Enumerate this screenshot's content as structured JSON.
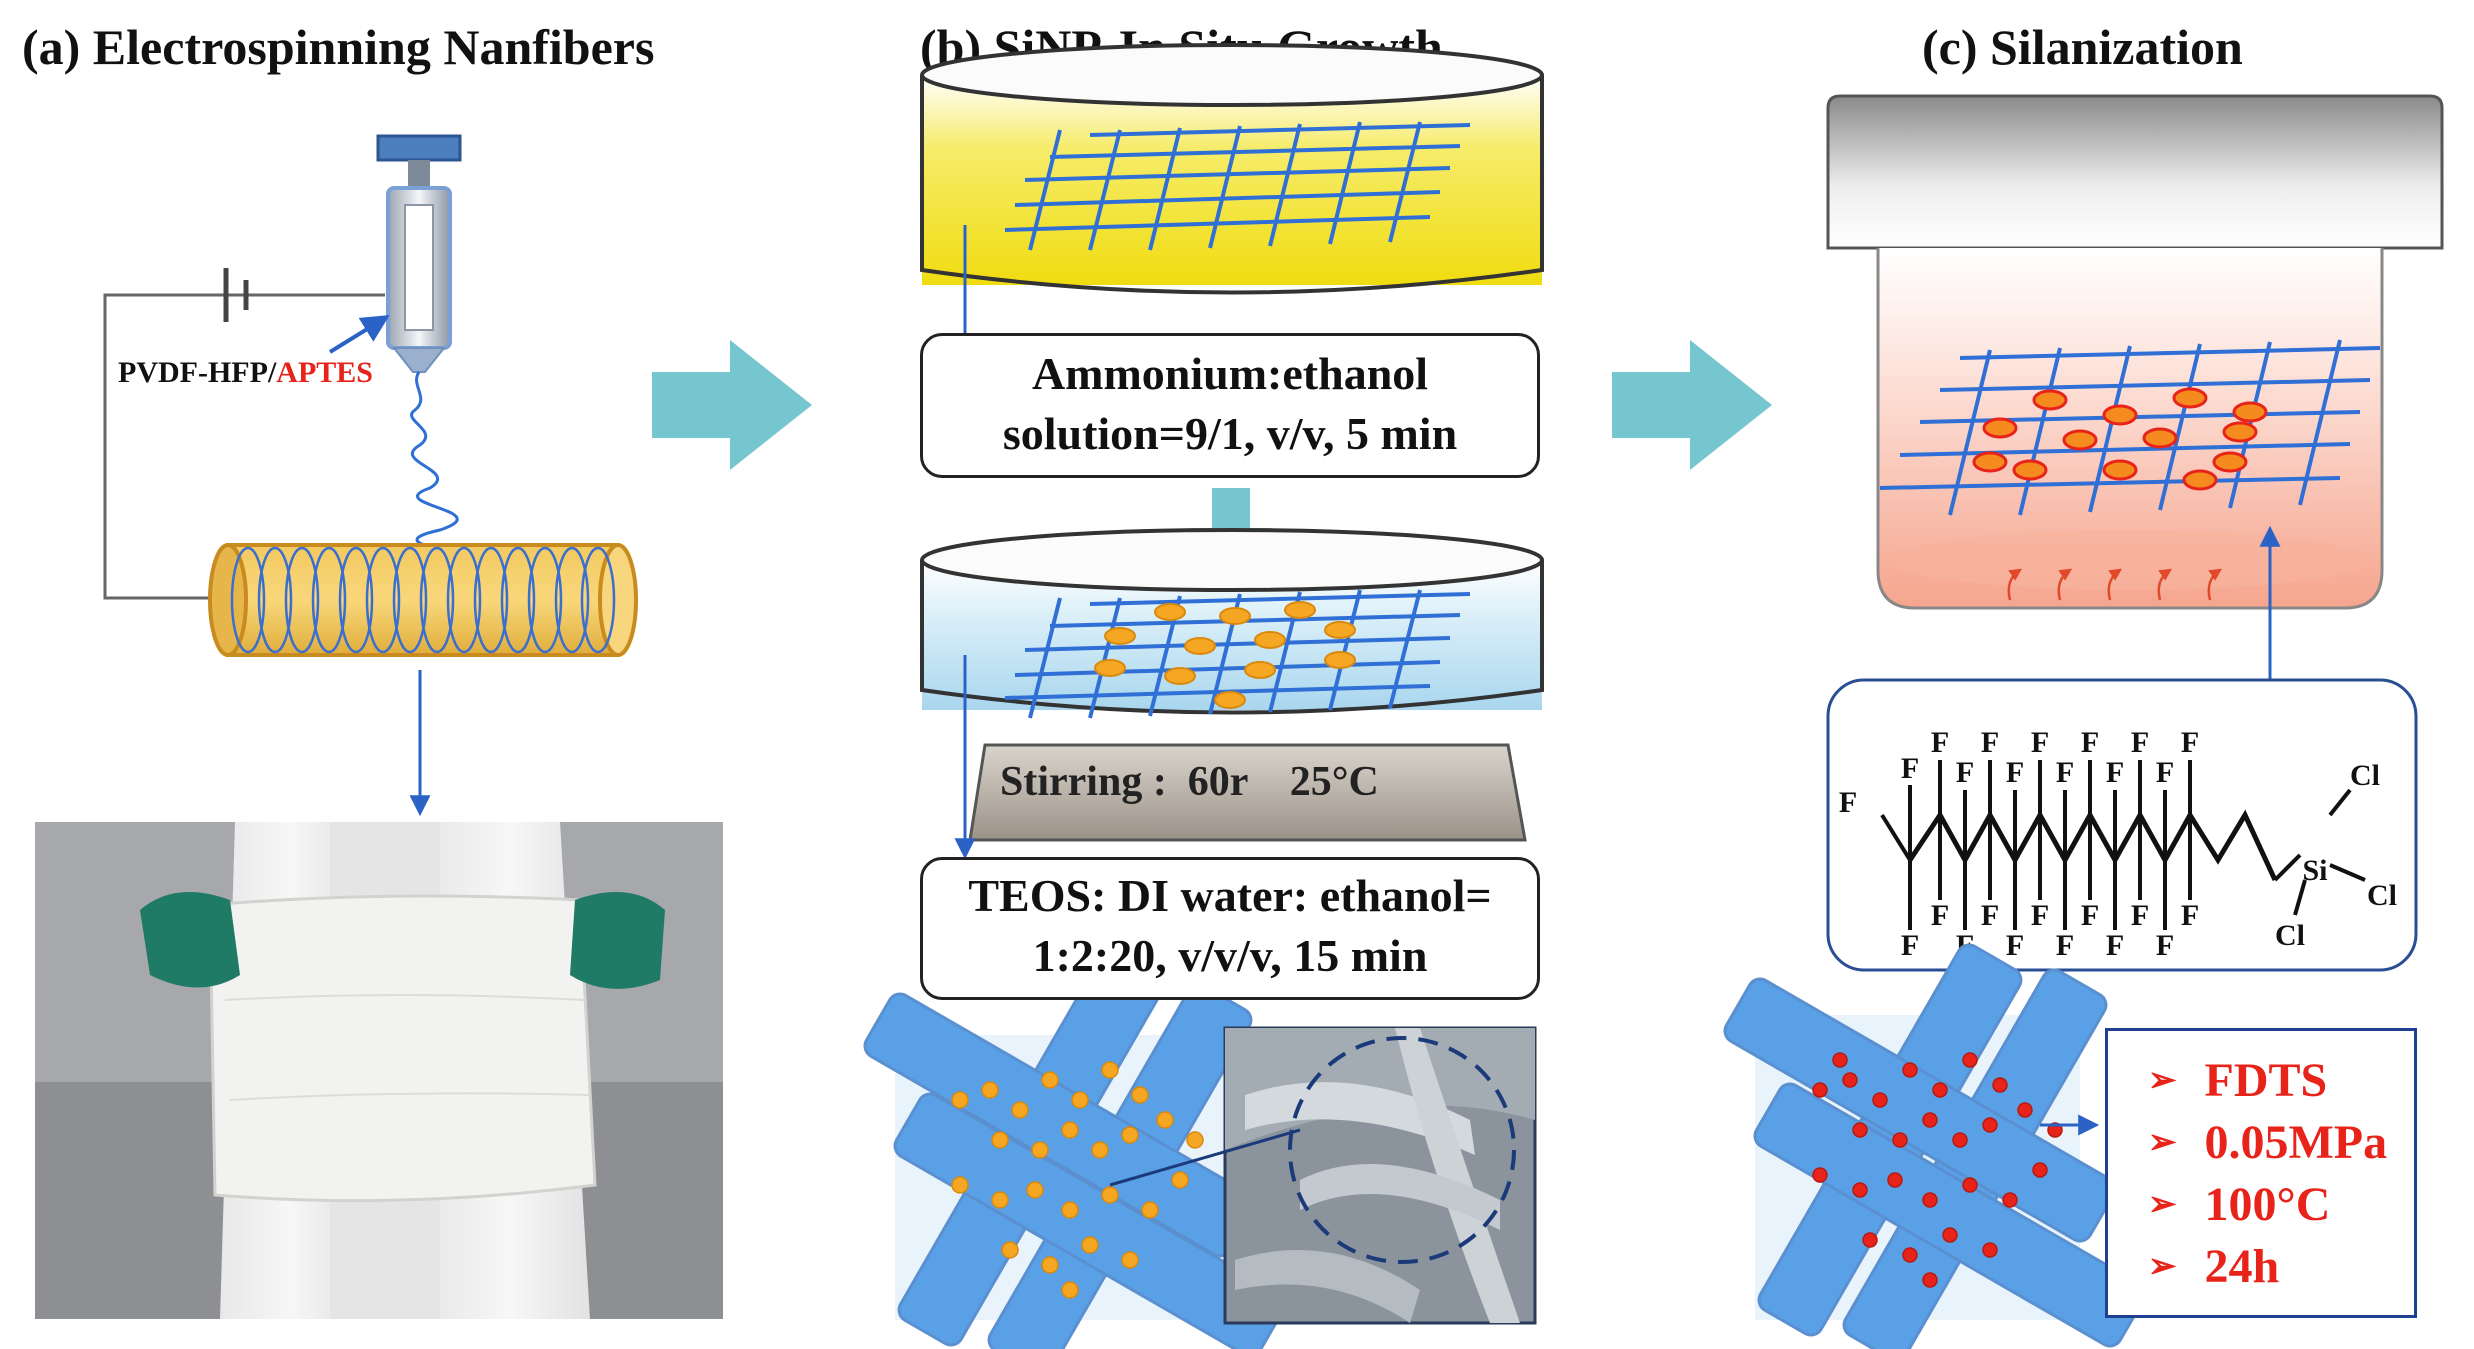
{
  "panels": {
    "a": {
      "title": "(a) Electrospinning Nanfibers",
      "solution_label_main": "PVDF-HFP/",
      "solution_label_accent": "APTES"
    },
    "b": {
      "title": "(b) SiNP-In Situ Growth",
      "step1_line1": "Ammonium:ethanol",
      "step1_line2": "solution=9/1, v/v, 5 min",
      "stirring_label": "Stirring :  60r    25°C",
      "step2_line1": "TEOS: DI water: ethanol=",
      "step2_line2": "1:2:20, v/v/v, 15 min"
    },
    "c": {
      "title": "(c) Silanization",
      "molecule": {
        "f": "F",
        "si": "Si",
        "cl": "Cl"
      },
      "conditions": [
        "FDTS",
        "0.05MPa",
        "100°C",
        "24h"
      ]
    }
  },
  "colors": {
    "fiber_blue": "#2f6fd6",
    "arrow_teal": "#76c6cf",
    "nanoparticle_orange": "#f5a623",
    "nanoparticle_red": "#e8231a",
    "yellow_solution": "#f2e21c",
    "accent_red": "#e8231a",
    "frame_blue": "#1f3f8f"
  }
}
